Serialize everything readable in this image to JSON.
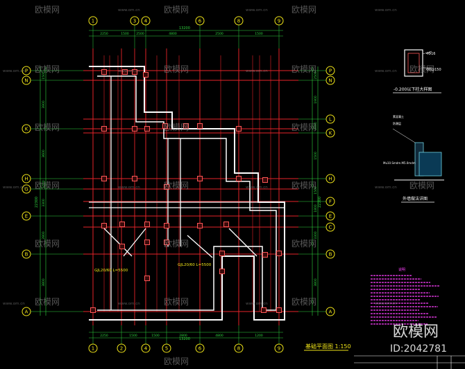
{
  "plan": {
    "title": "基础平面图 1:150",
    "top_axes": [
      "1",
      "3",
      "4",
      "6",
      "8",
      "9"
    ],
    "bottom_axes": [
      "1",
      "2",
      "4",
      "5",
      "6",
      "8",
      "9"
    ],
    "left_axes": [
      "P",
      "N",
      "K",
      "H",
      "G",
      "E",
      "B",
      "A"
    ],
    "right_axes": [
      "P",
      "N",
      "L",
      "K",
      "H",
      "F",
      "E",
      "C",
      "B",
      "A"
    ],
    "top_overall_dim": "13200",
    "bottom_overall_dim": "13200",
    "left_overall_dim": "22300",
    "right_overall_dim": "22300",
    "top_dims": [
      "2250",
      "1500",
      "2500",
      "4800",
      "2500",
      "1500"
    ],
    "bottom_dims": [
      "2250",
      "1500",
      "1500",
      "2800",
      "4800",
      "1200"
    ],
    "left_dims": [
      "1500",
      "3900",
      "3600",
      "1500",
      "3300",
      "2800",
      "3800"
    ],
    "right_dims": [
      "2500",
      "1900",
      "2000",
      "1500",
      "1500",
      "1800",
      "3300",
      "3800"
    ],
    "beam_note_1": "GJL20/60 L=5500",
    "beam_note_2": "GJL20/60 L=5500"
  },
  "detail_column": {
    "label": "-0.200以下柱大样图",
    "rebar_1": "4Φ16",
    "rebar_2": "Φ8@150"
  },
  "detail_foundation": {
    "label": "外墙做法详图",
    "note_1": "Mu10.Smdm.M5.0mdm",
    "note_2": "素混凝土",
    "note_3": "防潮层"
  },
  "notes_title": "说明",
  "watermark": {
    "brand": "欧模网",
    "site": "www.om.cn",
    "id": "ID:2042781"
  },
  "colors": {
    "background": "#000000",
    "grid": "#e8232a",
    "wall": "#ffffff",
    "dimension": "#2fd63f",
    "column": "#ff5858",
    "label": "#f2e619",
    "note": "#ff40ff",
    "detail": "#6fd1e0"
  }
}
